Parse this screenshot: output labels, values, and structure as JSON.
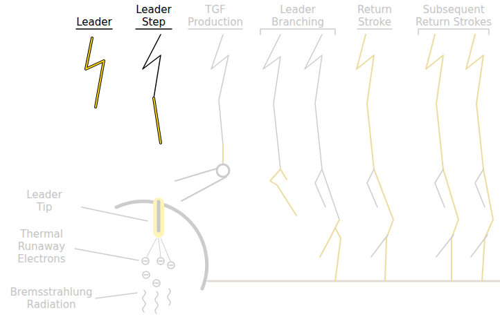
{
  "diagram": {
    "labels": [
      "Leader",
      "Leader Step",
      "TGF Production",
      "Leader Branching",
      "Return Stroke",
      "Subsequent Return Strokes",
      "Leader Tip",
      "Thermal Runaway Electrons",
      "Bremsstrahlung Radiation"
    ]
  }
}
